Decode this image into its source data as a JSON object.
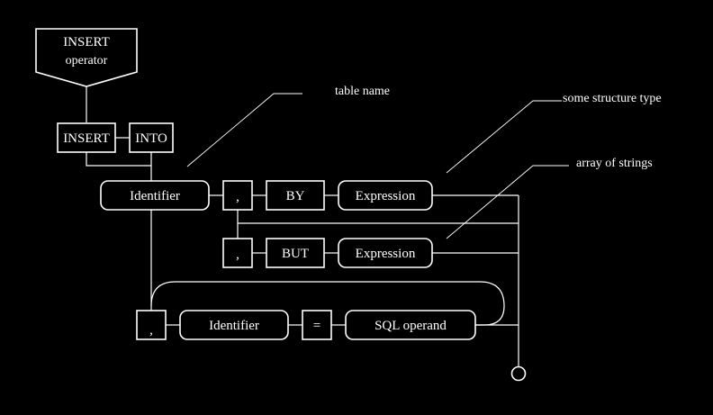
{
  "start_shape": {
    "line1": "INSERT",
    "line2": "operator"
  },
  "keywords": {
    "insert": "INSERT",
    "into": "INTO",
    "by": "BY",
    "but": "BUT"
  },
  "nodes": {
    "identifier_main": "Identifier",
    "comma_by": ",",
    "expression_by": "Expression",
    "comma_but": ",",
    "expression_but": "Expression",
    "comma_assign": ",",
    "identifier_assign": "Identifier",
    "equals": "=",
    "sql_operand": "SQL operand"
  },
  "annotations": {
    "table_name": "table name",
    "some_structure_type": "some structure type",
    "array_of_strings": "array of strings"
  },
  "colors": {
    "background": "#000000",
    "foreground": "#ffffff"
  }
}
